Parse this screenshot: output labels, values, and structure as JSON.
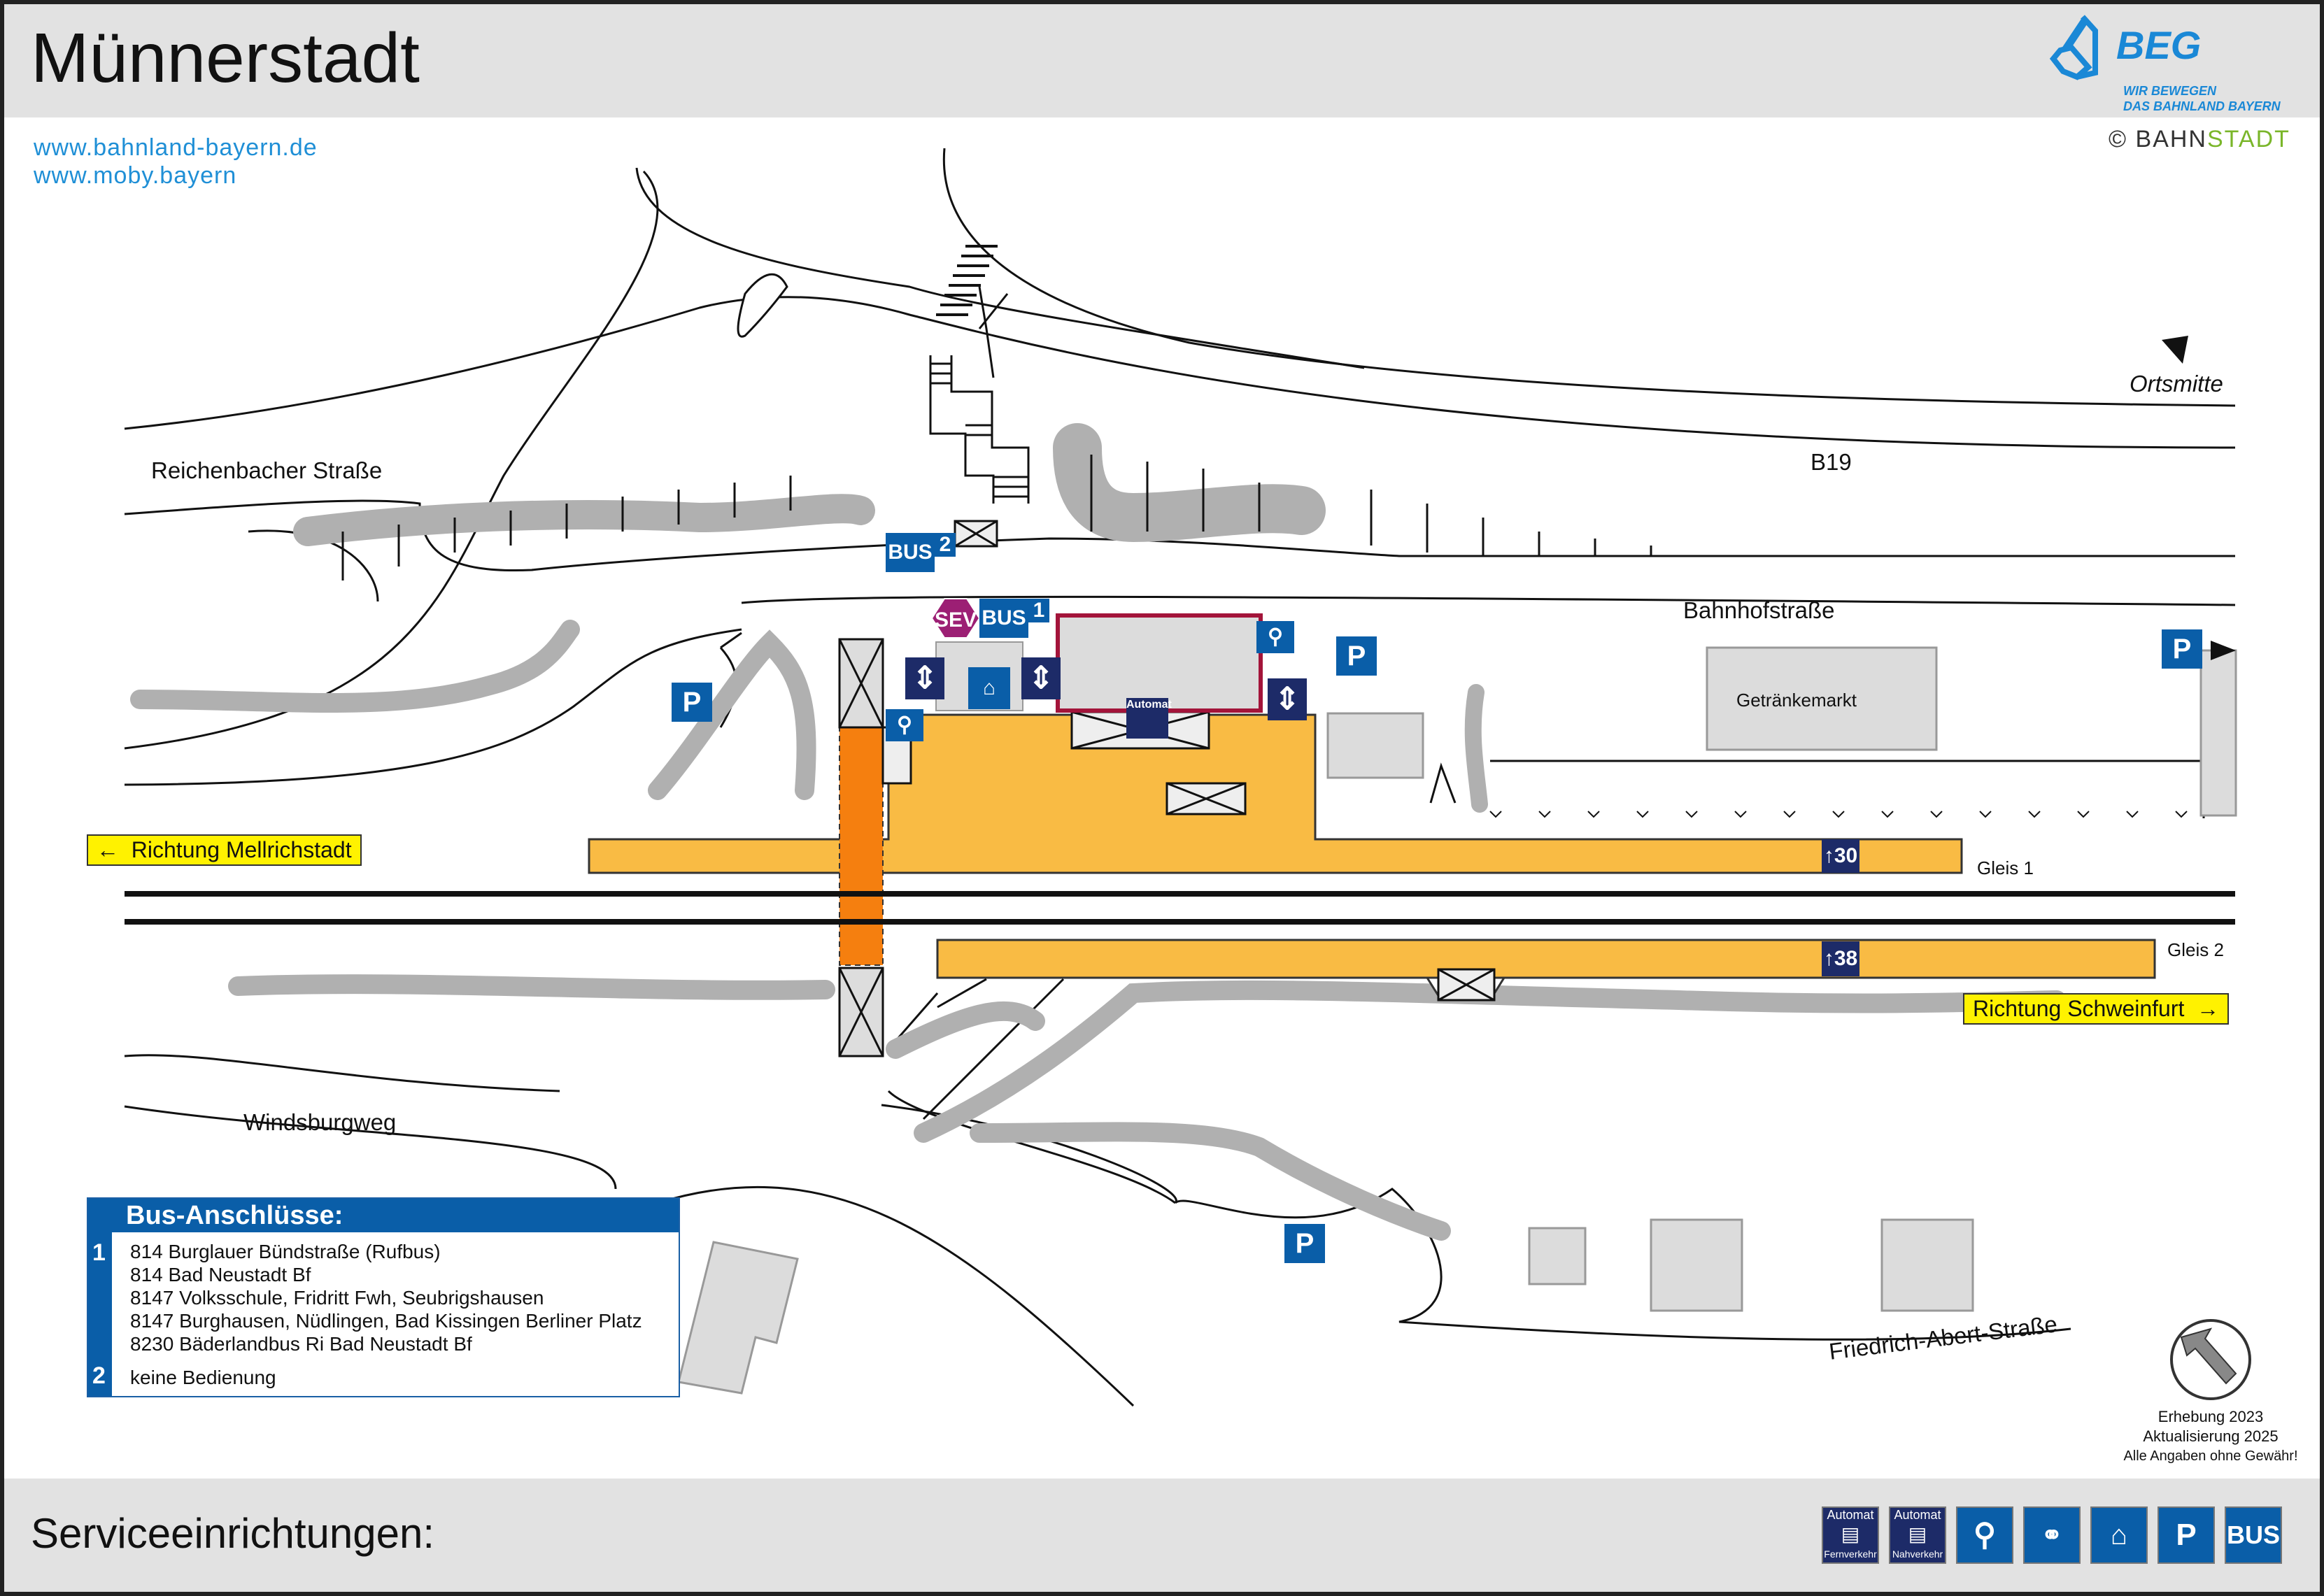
{
  "title": "Münnerstadt",
  "links": [
    "www.bahnland-bayern.de",
    "www.moby.bayern"
  ],
  "logo": {
    "name": "BEG",
    "tagline_1": "WIR BEWEGEN",
    "tagline_2": "DAS BAHNLAND BAYERN"
  },
  "copyright": {
    "symbol": "©",
    "brand_part1": "BAHN",
    "brand_part2": "STADT"
  },
  "streets": {
    "reichenbacher": "Reichenbacher Straße",
    "b19": "B19",
    "bahnhofstrasse": "Bahnhofstraße",
    "windsburgweg": "Windsburgweg",
    "friedrich_abert": "Friedrich-Abert-Straße"
  },
  "places": {
    "ortsmitte": "Ortsmitte",
    "getraenkemarkt": "Getränkemarkt"
  },
  "directions": {
    "mellrichstadt": "Richtung Mellrichstadt",
    "schweinfurt": "Richtung Schweinfurt"
  },
  "tracks": [
    {
      "label": "Gleis 1",
      "platform_height": "30"
    },
    {
      "label": "Gleis 2",
      "platform_height": "38"
    }
  ],
  "signs": {
    "bus": "BUS",
    "bus_stop_1": "1",
    "bus_stop_2": "2",
    "sev": "SEV",
    "parking": "P",
    "automat": "Automat"
  },
  "bus_connections": {
    "heading": "Bus-Anschlüsse:",
    "groups": [
      {
        "stop": "1",
        "lines": [
          "814 Burglauer Bündstraße (Rufbus)",
          "814 Bad Neustadt Bf",
          "8147 Volksschule, Fridritt Fwh, Seubrigshausen",
          "8147 Burghausen, Nüdlingen, Bad Kissingen Berliner Platz",
          "8230 Bäderlandbus Ri Bad Neustadt Bf"
        ]
      },
      {
        "stop": "2",
        "lines": [
          "keine Bedienung"
        ]
      }
    ]
  },
  "notes": [
    "Erhebung 2023",
    "Aktualisierung 2025",
    "Alle Angaben ohne Gewähr!"
  ],
  "footer": {
    "title": "Serviceeinrichtungen:",
    "legend": [
      {
        "icon": "ticket-machine-long-distance-icon",
        "top": "Automat",
        "bottom": "Fernverkehr"
      },
      {
        "icon": "ticket-machine-regional-icon",
        "top": "Automat",
        "bottom": "Nahverkehr"
      },
      {
        "icon": "bike-parking-icon"
      },
      {
        "icon": "bicycle-icon"
      },
      {
        "icon": "bike-box-icon"
      },
      {
        "icon": "parking-icon",
        "text": "P"
      },
      {
        "icon": "bus-icon",
        "text": "BUS"
      }
    ]
  },
  "colors": {
    "platform": "#f9bb44",
    "underpass": "#f57f0f",
    "sign_blue": "#0a5ea8",
    "sign_navy": "#1d2b68",
    "sev": "#9c1f74",
    "building_outline": "#a3143a",
    "direction_box": "#fff200",
    "vegetation": "#b0b0b0",
    "building": "#dcdcdc"
  }
}
